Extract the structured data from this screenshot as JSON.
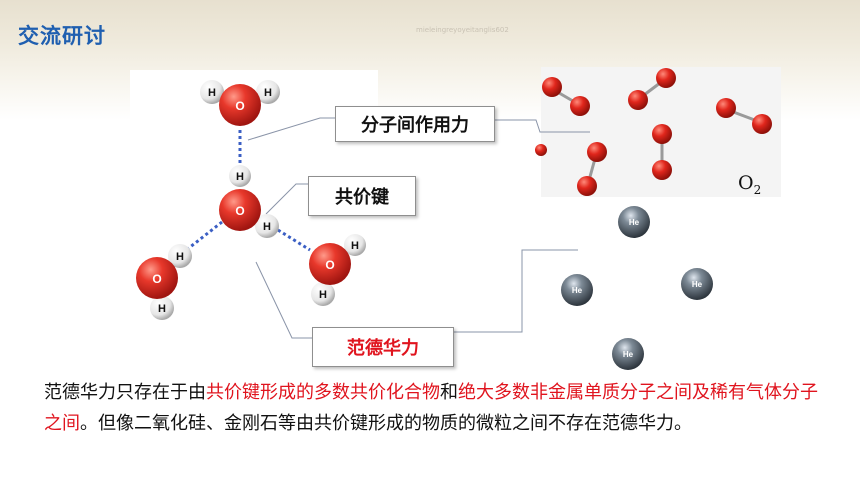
{
  "header": {
    "title": "交流研讨",
    "watermark": "mieleingreyoyeitanglis602"
  },
  "labels": {
    "intermolecular_force": "分子间作用力",
    "covalent_bond": "共价键",
    "van_der_waals": "范德华力"
  },
  "oxygen_panel": {
    "formula": "O",
    "subscript": "2"
  },
  "atoms": {
    "hydrogen": "H",
    "oxygen": "O",
    "helium": "He"
  },
  "paragraph": {
    "p1": "范德华力只存在于由",
    "p2": "共价键形成的多数共价化合物",
    "p3": "和",
    "p4": "绝大多数非金属单质分子之间及稀有气体分子之间",
    "p5": "。但像二氧化硅、金刚石等由共价键形成的物质的微粒之间不存在范德华力。"
  },
  "colors": {
    "title": "#1f5fb0",
    "highlight": "#e0141e",
    "oxygen_atom": "#d9251d",
    "helium_atom": "#4a5560"
  }
}
